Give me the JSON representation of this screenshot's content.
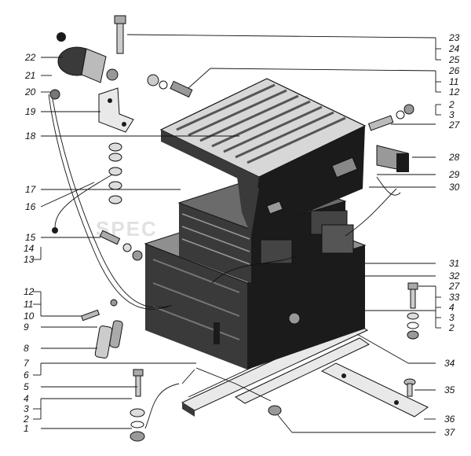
{
  "diagram": {
    "watermark": "SPEC",
    "labels": [
      {
        "id": "23",
        "text": "23"
      },
      {
        "id": "24",
        "text": "24"
      },
      {
        "id": "25",
        "text": "25"
      },
      {
        "id": "26",
        "text": "26"
      },
      {
        "id": "11a",
        "text": "11"
      },
      {
        "id": "12a",
        "text": "12"
      },
      {
        "id": "2a",
        "text": "2"
      },
      {
        "id": "3a",
        "text": "3"
      },
      {
        "id": "27a",
        "text": "27"
      },
      {
        "id": "28",
        "text": "28"
      },
      {
        "id": "29",
        "text": "29"
      },
      {
        "id": "30",
        "text": "30"
      },
      {
        "id": "31",
        "text": "31"
      },
      {
        "id": "32",
        "text": "32"
      },
      {
        "id": "27b",
        "text": "27"
      },
      {
        "id": "33",
        "text": "33"
      },
      {
        "id": "4a",
        "text": "4"
      },
      {
        "id": "3b",
        "text": "3"
      },
      {
        "id": "2b",
        "text": "2"
      },
      {
        "id": "34",
        "text": "34"
      },
      {
        "id": "35",
        "text": "35"
      },
      {
        "id": "36",
        "text": "36"
      },
      {
        "id": "37",
        "text": "37"
      },
      {
        "id": "22",
        "text": "22"
      },
      {
        "id": "21",
        "text": "21"
      },
      {
        "id": "20",
        "text": "20"
      },
      {
        "id": "19",
        "text": "19"
      },
      {
        "id": "18",
        "text": "18"
      },
      {
        "id": "17",
        "text": "17"
      },
      {
        "id": "16",
        "text": "16"
      },
      {
        "id": "15",
        "text": "15"
      },
      {
        "id": "14",
        "text": "14"
      },
      {
        "id": "13",
        "text": "13"
      },
      {
        "id": "12b",
        "text": "12"
      },
      {
        "id": "11b",
        "text": "11"
      },
      {
        "id": "10",
        "text": "10"
      },
      {
        "id": "9",
        "text": "9"
      },
      {
        "id": "8",
        "text": "8"
      },
      {
        "id": "7",
        "text": "7"
      },
      {
        "id": "6",
        "text": "6"
      },
      {
        "id": "5",
        "text": "5"
      },
      {
        "id": "4b",
        "text": "4"
      },
      {
        "id": "3c",
        "text": "3"
      },
      {
        "id": "2c",
        "text": "2"
      },
      {
        "id": "1",
        "text": "1"
      }
    ]
  }
}
